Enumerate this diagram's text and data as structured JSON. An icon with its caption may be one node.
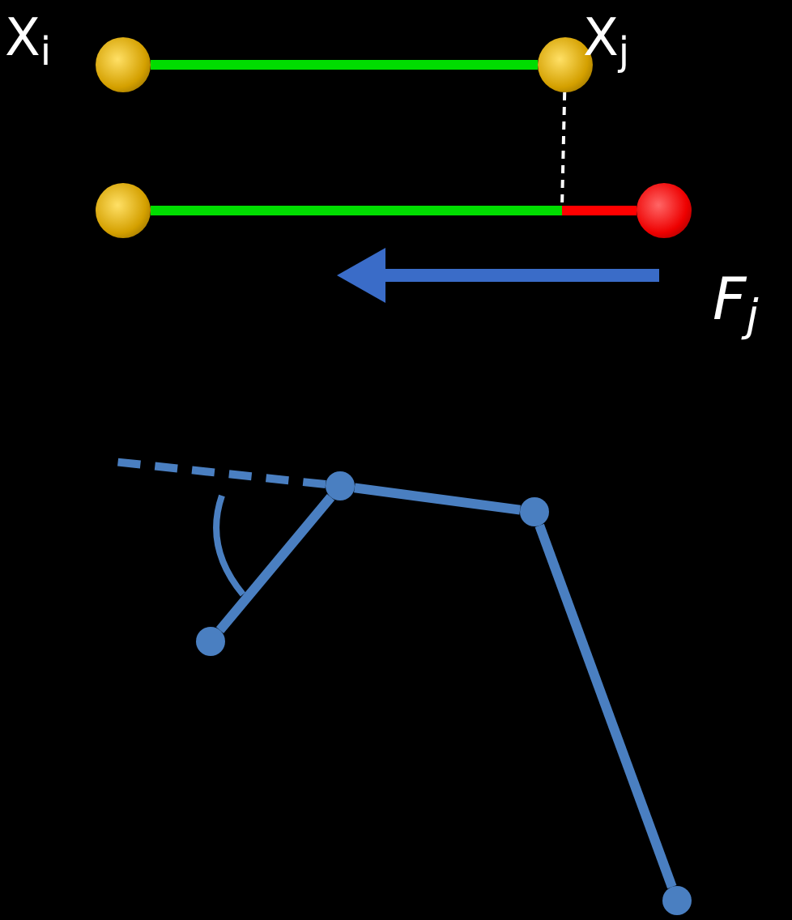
{
  "diagram": {
    "nodes": [
      {
        "text": [
          "X$_{i}$"
        ]
      },
      {
        "text": [
          "X$_{j}$"
        ]
      },
      {
        "text": [],
        "shape": "circle"
      },
      {
        "text": [],
        "shape": "circle"
      },
      {
        "text": [],
        "shape": "circle"
      },
      {
        "text": [],
        "shape": "circle"
      },
      {
        "text": [],
        "shape": "circle"
      },
      {
        "text": [],
        "shape": "circle"
      }
    ],
    "edges": [
      {
        "from": 0,
        "to": 1,
        "arrow": "none",
        "color": "#00dd00"
      },
      {
        "from": 1,
        "to": null,
        "arrow": "none",
        "style": "dashed",
        "color": "#ffffff"
      },
      {
        "from": 2,
        "to": null,
        "arrow": "none",
        "color": "#00dd00"
      },
      {
        "from": null,
        "to": 3,
        "arrow": "none",
        "color": "#ff0000"
      },
      {
        "from": 4,
        "to": 5,
        "arrow": "none"
      },
      {
        "from": 5,
        "to": 6,
        "arrow": "none"
      },
      {
        "from": 6,
        "to": 7,
        "arrow": "none"
      },
      {
        "from": 5,
        "to": null,
        "arrow": "none",
        "style": "dashed"
      }
    ],
    "labels": [
      "F$_{j}$"
    ]
  }
}
